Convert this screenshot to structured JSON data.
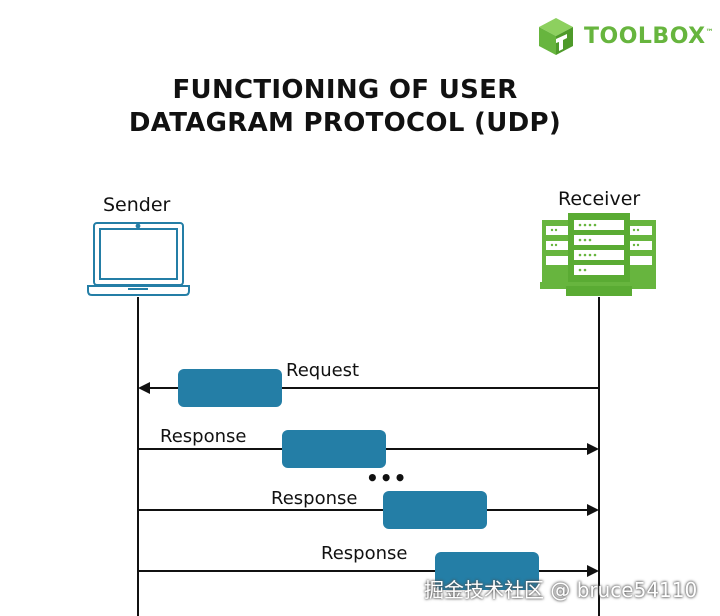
{
  "brand": {
    "name": "TOOLBOX",
    "trademark": "™",
    "color": "#67b53e",
    "icon": "toolbox-cube-icon"
  },
  "title": {
    "line1": "FUNCTIONING OF USER",
    "line2": "DATAGRAM PROTOCOL (UDP)"
  },
  "actors": {
    "sender": {
      "label": "Sender",
      "icon": "laptop-icon",
      "color": "#247ea6"
    },
    "receiver": {
      "label": "Receiver",
      "icon": "server-rack-icon",
      "color": "#67b53e"
    }
  },
  "messages": [
    {
      "label": "Request",
      "direction": "receiver-to-sender"
    },
    {
      "label": "Response",
      "direction": "sender-to-receiver"
    },
    {
      "label": "Response",
      "direction": "sender-to-receiver"
    },
    {
      "label": "Response",
      "direction": "sender-to-receiver"
    }
  ],
  "continuation": "•••",
  "packet_color": "#247ea6",
  "watermark": "掘金技术社区 @ bruce54110"
}
